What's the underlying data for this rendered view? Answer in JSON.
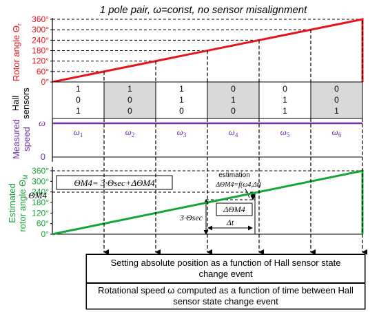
{
  "title": "1 pole pair, ω=const, no sensor misalignment",
  "rotor_panel": {
    "ylabel": "Rotor angle Θ",
    "ylabel_sub": "r",
    "ticks": [
      "0°",
      "60°",
      "120°",
      "180°",
      "240°",
      "300°",
      "360°"
    ],
    "color": "#e8141c"
  },
  "hall_panel": {
    "ylabel_line1": "Hall",
    "ylabel_line2": "sensors",
    "states": [
      [
        "1",
        "0",
        "1"
      ],
      [
        "1",
        "0",
        "0"
      ],
      [
        "1",
        "1",
        "0"
      ],
      [
        "0",
        "1",
        "0"
      ],
      [
        "0",
        "1",
        "1"
      ],
      [
        "0",
        "0",
        "1"
      ]
    ],
    "shaded_columns": [
      1,
      3,
      5
    ],
    "shade_color": "#d9d9d9"
  },
  "speed_panel": {
    "ylabel_line1": "Measured",
    "ylabel_line2": "speed",
    "y_top_label": "ω",
    "y_zero_label": "0",
    "omega_labels": [
      "ω1",
      "ω2",
      "ω3",
      "ω4",
      "ω5",
      "ω6"
    ],
    "color": "#7030a0"
  },
  "estimated_panel": {
    "ylabel_line1": "Estimated",
    "ylabel_line2": "rotor angle Θ",
    "ylabel_sub": "M",
    "ticks": [
      "0°",
      "60°",
      "120°",
      "180°",
      "240°",
      "300°",
      "360°"
    ],
    "theta_m4_label": "ΘM4",
    "formula": "ΘM4= 3·Θsec+ΔΘM4",
    "estimation_line1": "estimation",
    "estimation_line2": "ΔΘM4=f(ω4,Δt)",
    "delta_theta_label": "ΔΘM4",
    "delta_t_label": "Δt",
    "three_theta_sec_label": "3·Θsec",
    "color": "#13a538"
  },
  "boxes": {
    "position_box": "Setting absolute position as a function of Hall sensor state change event",
    "speed_box": "Rotational speed ω computed as a function of time between Hall sensor state change event"
  }
}
